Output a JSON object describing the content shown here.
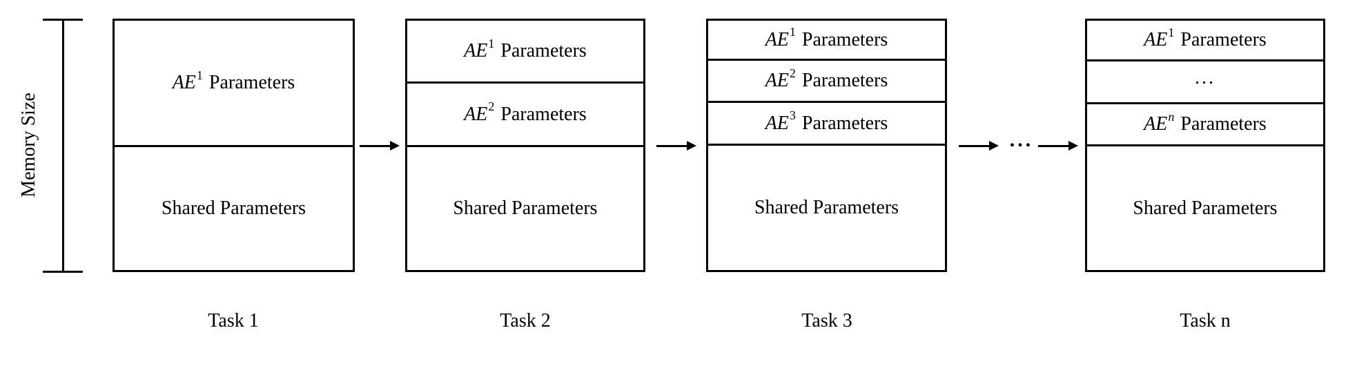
{
  "colors": {
    "ink": "#000000",
    "background": "#ffffff"
  },
  "memory_axis": {
    "label": "Memory Size"
  },
  "flow": {
    "ellipsis": "..."
  },
  "tasks": [
    {
      "label": "Task 1",
      "rows": [
        {
          "prefix": "AE",
          "sup": "1",
          "suffix": "Parameters"
        }
      ],
      "shared": "Shared Parameters"
    },
    {
      "label": "Task 2",
      "rows": [
        {
          "prefix": "AE",
          "sup": "1",
          "suffix": "Parameters"
        },
        {
          "prefix": "AE",
          "sup": "2",
          "suffix": "Parameters"
        }
      ],
      "shared": "Shared Parameters"
    },
    {
      "label": "Task 3",
      "rows": [
        {
          "prefix": "AE",
          "sup": "1",
          "suffix": "Parameters"
        },
        {
          "prefix": "AE",
          "sup": "2",
          "suffix": "Parameters"
        },
        {
          "prefix": "AE",
          "sup": "3",
          "suffix": "Parameters"
        }
      ],
      "shared": "Shared Parameters"
    },
    {
      "label": "Task n",
      "rows": [
        {
          "prefix": "AE",
          "sup": "1",
          "suffix": "Parameters"
        },
        {
          "ellipsis": "..."
        },
        {
          "prefix": "AE",
          "sup": "n",
          "suffix": "Parameters"
        }
      ],
      "shared": "Shared Parameters"
    }
  ]
}
